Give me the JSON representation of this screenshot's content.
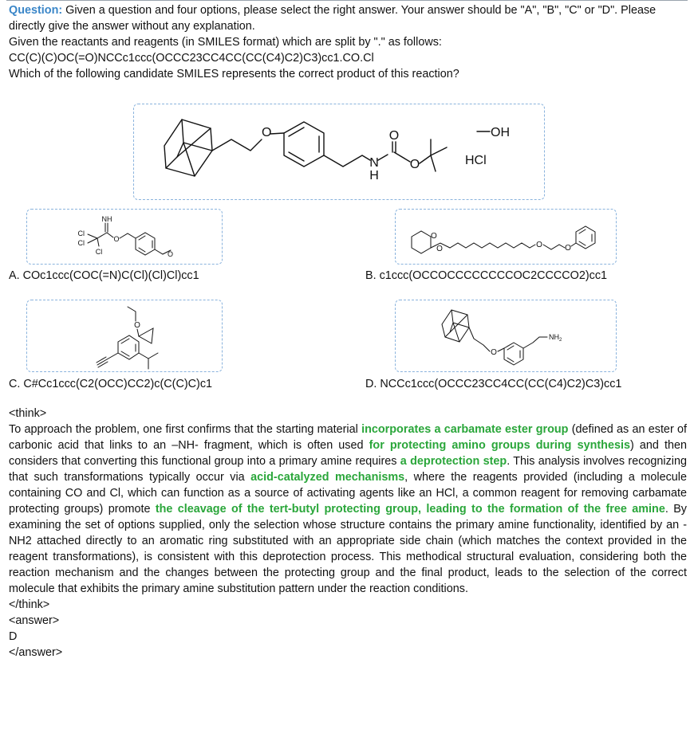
{
  "question": {
    "label": "Question:",
    "intro": " Given a question and four options, please select the right answer. Your answer should be \"A\", \"B\", \"C\" or \"D\". Please directly give the answer without any explanation.",
    "line2": "Given the reactants and reagents (in SMILES format) which are split by \".\" as follows:",
    "smiles": "CC(C)(C)OC(=O)NCCc1ccc(OCCC23CC4CC(CC(C4)C2)C3)cc1.CO.Cl",
    "line4": "Which of the following candidate SMILES represents the correct product of this reaction?"
  },
  "reactant_image": {
    "atom_o1": "O",
    "atom_o2": "O",
    "atom_o3": "O",
    "atom_n": "N",
    "atom_h": "H",
    "methanol": "OH",
    "hcl": "HCl"
  },
  "options": [
    {
      "letter": "A",
      "label": "A. COc1ccc(COC(=N)C(Cl)(Cl)Cl)cc1",
      "atoms": [
        "NH",
        "Cl",
        "Cl",
        "Cl",
        "O",
        "O"
      ]
    },
    {
      "letter": "B",
      "label": "B. c1ccc(OCCOCCCCCCCCOC2CCCCO2)cc1",
      "atoms": [
        "O",
        "O",
        "O",
        "O"
      ]
    },
    {
      "letter": "C",
      "label": "C. C#Cc1ccc(C2(OCC)CC2)c(C(C)C)c1",
      "atoms": [
        "O"
      ]
    },
    {
      "letter": "D",
      "label": "D. NCCc1ccc(OCCC23CC4CC(CC(C4)C2)C3)cc1",
      "atoms": [
        "O",
        "NH",
        "2"
      ]
    }
  ],
  "response": {
    "think_open": "<think>",
    "think_segments": [
      {
        "t": "To approach the problem, one first confirms that the starting material ",
        "hl": false
      },
      {
        "t": "incorporates a carbamate ester group",
        "hl": true
      },
      {
        "t": " (defined as an ester of carbonic acid that links to an –NH- fragment, which is often used ",
        "hl": false
      },
      {
        "t": "for protecting amino groups during synthesis",
        "hl": true
      },
      {
        "t": ") and then considers that converting this functional group into a primary amine requires ",
        "hl": false
      },
      {
        "t": "a deprotection step",
        "hl": true
      },
      {
        "t": ". This analysis involves recognizing that such transformations typically occur via ",
        "hl": false
      },
      {
        "t": "acid-catalyzed mechanisms",
        "hl": true
      },
      {
        "t": ", where the reagents provided (including a molecule containing CO and Cl, which can function as a source of activating agents like an HCl, a common reagent for removing carbamate protecting groups) promote ",
        "hl": false
      },
      {
        "t": "the cleavage of the tert-butyl protecting group, leading to the formation of the free amine",
        "hl": true
      },
      {
        "t": ". By examining the set of options supplied, only the selection whose structure contains the primary amine functionality, identified by an -NH2 attached directly to an aromatic ring substituted with an appropriate side chain (which matches the context provided in the reagent transformations), is consistent with this deprotection process. This methodical structural evaluation, considering both the reaction mechanism and the changes between the protecting group and the final product, leads to the selection of the correct molecule that exhibits the primary amine substitution pattern under the reaction conditions.",
        "hl": false
      }
    ],
    "think_close": "</think>",
    "answer_open": "<answer>",
    "answer_value": "D",
    "answer_close": "</answer>"
  },
  "colors": {
    "question_label": "#3a86c8",
    "highlight": "#2aa63a",
    "dash_border": "#8ab3dd"
  }
}
